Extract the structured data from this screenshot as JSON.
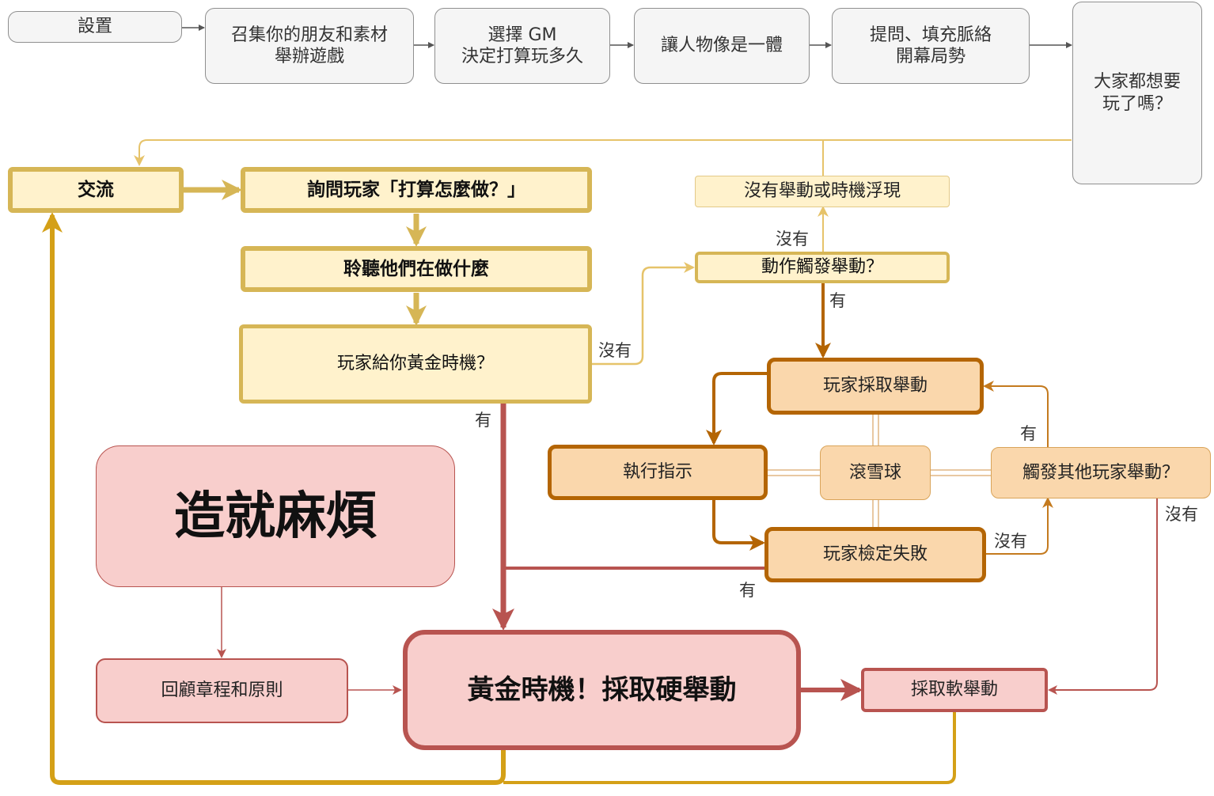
{
  "setup": {
    "setting": "設置",
    "gather": "召集你的朋友和素材\n舉辦遊戲",
    "choose_gm": "選擇 GM\n決定打算玩多久",
    "characters": "讓人物像是一體",
    "questions": "提問、填充脈絡\n開幕局勢",
    "ready": "大家都想要\n玩了嗎？"
  },
  "loop": {
    "exchange": "交流",
    "ask_players": "詢問玩家「打算怎麼做？」",
    "listen": "聆聽他們在做什麼",
    "golden_question": "玩家給你黃金時機？",
    "no_move": "沒有舉動或時機浮現",
    "action_trigger": "動作觸發舉動？",
    "player_move": "玩家採取舉動",
    "follow_instructions": "執行指示",
    "snowball": "滾雪球",
    "other_trigger": "觸發其他玩家舉動？",
    "roll_fail": "玩家檢定失敗"
  },
  "trouble": {
    "title": "造就麻煩",
    "review": "回顧章程和原則",
    "hard_move": "黃金時機！採取硬舉動",
    "soft_move": "採取軟舉動"
  },
  "labels": {
    "no_gold": "沒有",
    "yes_gold": "有",
    "no_trigger": "沒有",
    "yes_trigger": "有",
    "yes_other": "有",
    "no_fail_path": "沒有",
    "no_other": "沒有",
    "yes_fail": "有"
  },
  "colors": {
    "yellow_fill": "#fff2cc",
    "yellow_stroke": "#d6b656",
    "orange_fill": "#fad7ac",
    "orange_stroke": "#b46504",
    "red_fill": "#f8cecc",
    "red_stroke": "#b85450",
    "gray_fill": "#f5f5f5",
    "gold_line": "#d4a017"
  }
}
